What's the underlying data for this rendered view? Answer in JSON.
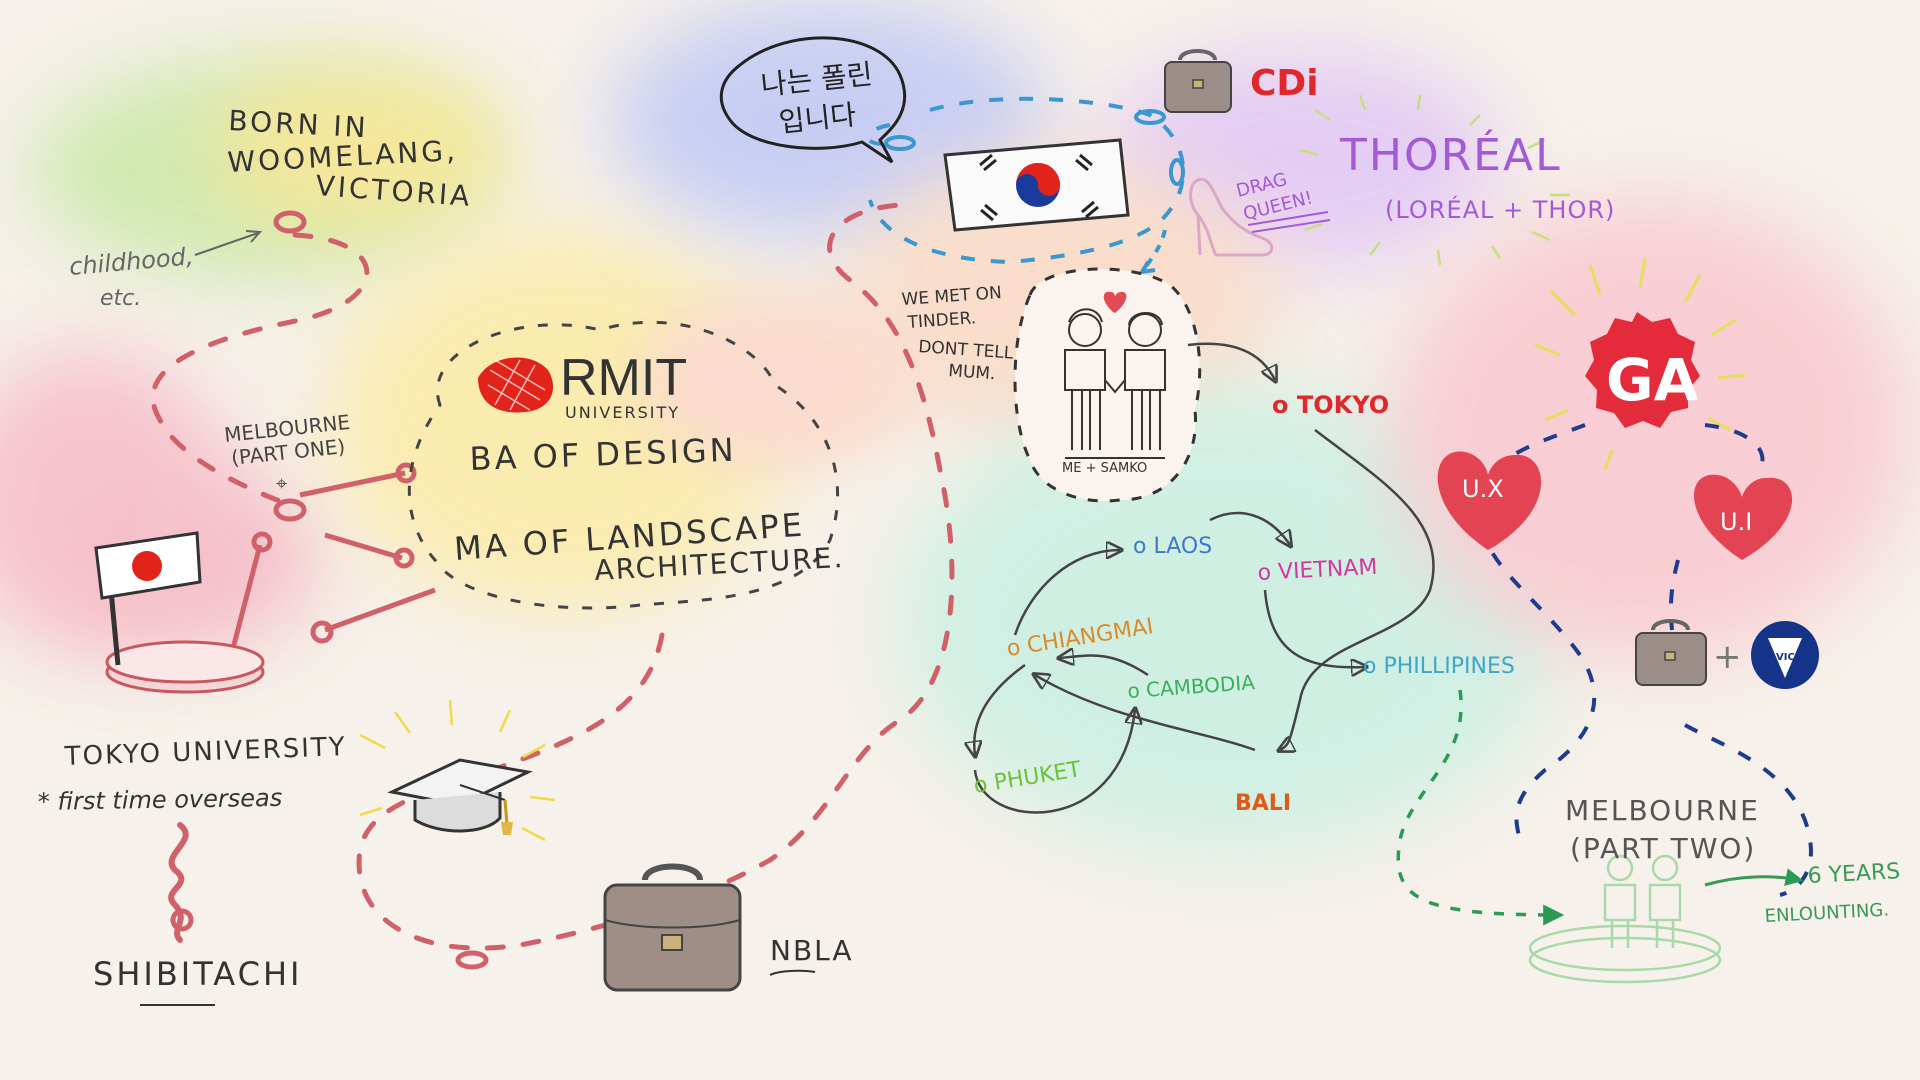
{
  "origin": {
    "line1": "BORN IN",
    "line2": "WOOMELANG,",
    "line3": "VICTORIA",
    "childhood_line1": "childhood,",
    "childhood_line2": "etc."
  },
  "melbourne_one": {
    "line1": "MELBOURNE",
    "line2": "(PART ONE)"
  },
  "rmit": {
    "logo_text": "RMIT",
    "logo_sub": "UNIVERSITY",
    "degree1": "BA OF DESIGN",
    "degree2_line1": "MA OF LANDSCAPE",
    "degree2_line2": "ARCHITECTURE."
  },
  "tokyo_uni": {
    "title": "TOKYO UNIVERSITY",
    "note": "* first time overseas",
    "place": "SHIBITACHI"
  },
  "nbla": {
    "label": "NBLA"
  },
  "korea": {
    "speech_line1": "나는 폴린",
    "speech_line2": "입니다"
  },
  "cdi": {
    "label": "CDi"
  },
  "thoreal": {
    "title": "THORÉAL",
    "sub": "(LORÉAL + THOR)",
    "drag_line1": "DRAG",
    "drag_line2": "QUEEN!"
  },
  "tinder": {
    "line1": "WE MET ON",
    "line2": "TINDER.",
    "line3": "DONT TELL",
    "line4": "MUM.",
    "caption": "ME + SAMKO"
  },
  "travel": {
    "tokyo": "o TOKYO",
    "laos": "o LAOS",
    "vietnam": "o VIETNAM",
    "chiangmai": "o CHIANGMAI",
    "cambodia": "o CAMBODIA",
    "phuket": "o PHUKET",
    "philippines": "o PHILLIPINES",
    "bali": "BALI"
  },
  "ga": {
    "logo": "GA",
    "ux": "U.X",
    "ui": "U.I",
    "plus": "+",
    "vic": "VIC"
  },
  "melbourne_two": {
    "line1": "MELBOURNE",
    "line2": "(PART TWO)",
    "years_line1": "6 YEARS",
    "years_line2": "ENLOUNTING."
  },
  "colors": {
    "trail_red": "#d0606a",
    "trail_blue": "#3a98cf",
    "trail_navy": "#1f3c8c",
    "trail_green": "#2a9a55",
    "rmit_red": "#e2231a",
    "ga_red": "#e42b3c",
    "thoreal_purple": "#a35ad6"
  },
  "icons": [
    "japan-flag-icon",
    "graduation-cap-icon",
    "briefcase-icon",
    "korea-flag-icon",
    "high-heel-icon",
    "heart-icon",
    "vic-logo-icon",
    "map-pin-icon"
  ]
}
